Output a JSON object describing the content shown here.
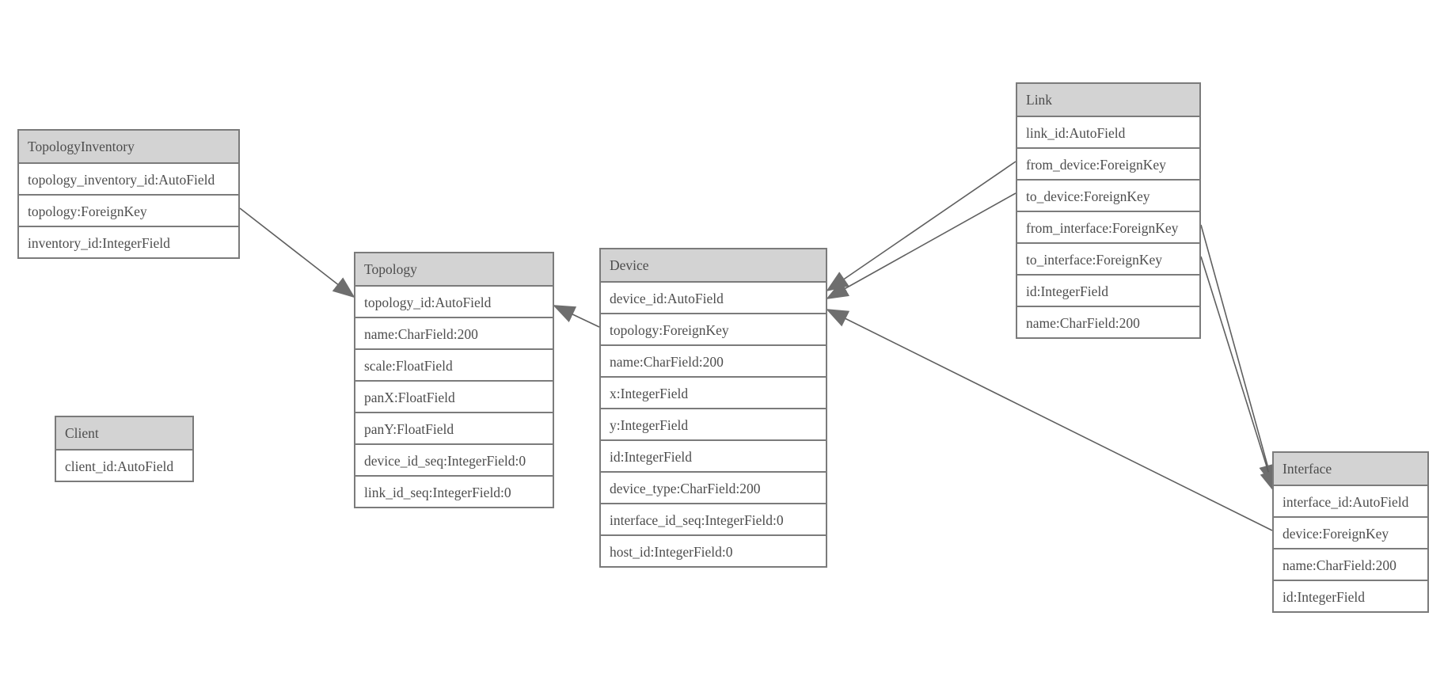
{
  "entities": [
    {
      "name": "TopologyInventory",
      "fields": [
        "topology_inventory_id:AutoField",
        "topology:ForeignKey",
        "inventory_id:IntegerField"
      ]
    },
    {
      "name": "Topology",
      "fields": [
        "topology_id:AutoField",
        "name:CharField:200",
        "scale:FloatField",
        "panX:FloatField",
        "panY:FloatField",
        "device_id_seq:IntegerField:0",
        "link_id_seq:IntegerField:0"
      ]
    },
    {
      "name": "Client",
      "fields": [
        "client_id:AutoField"
      ]
    },
    {
      "name": "Device",
      "fields": [
        "device_id:AutoField",
        "topology:ForeignKey",
        "name:CharField:200",
        "x:IntegerField",
        "y:IntegerField",
        "id:IntegerField",
        "device_type:CharField:200",
        "interface_id_seq:IntegerField:0",
        "host_id:IntegerField:0"
      ]
    },
    {
      "name": "Link",
      "fields": [
        "link_id:AutoField",
        "from_device:ForeignKey",
        "to_device:ForeignKey",
        "from_interface:ForeignKey",
        "to_interface:ForeignKey",
        "id:IntegerField",
        "name:CharField:200"
      ]
    },
    {
      "name": "Interface",
      "fields": [
        "interface_id:AutoField",
        "device:ForeignKey",
        "name:CharField:200",
        "id:IntegerField"
      ]
    }
  ],
  "relations": [
    {
      "from_entity": "TopologyInventory",
      "from_field": "topology",
      "to_entity": "Topology"
    },
    {
      "from_entity": "Device",
      "from_field": "topology",
      "to_entity": "Topology"
    },
    {
      "from_entity": "Link",
      "from_field": "from_device",
      "to_entity": "Device"
    },
    {
      "from_entity": "Link",
      "from_field": "to_device",
      "to_entity": "Device"
    },
    {
      "from_entity": "Link",
      "from_field": "from_interface",
      "to_entity": "Interface"
    },
    {
      "from_entity": "Link",
      "from_field": "to_interface",
      "to_entity": "Interface"
    },
    {
      "from_entity": "Interface",
      "from_field": "device",
      "to_entity": "Device"
    }
  ],
  "colors": {
    "background": "#ffffff",
    "header_fill": "#d3d3d3",
    "border": "#7b7b7b",
    "text": "#4d4d4d",
    "line": "#5f5f5f",
    "arrow_fill": "#6e6e6e"
  }
}
